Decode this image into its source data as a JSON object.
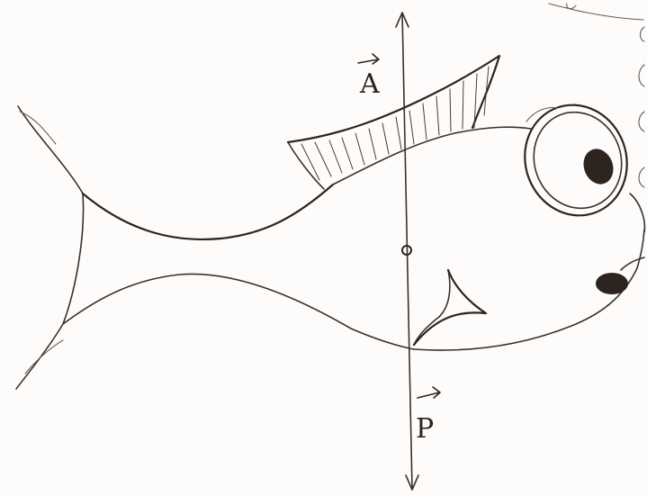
{
  "labels": {
    "vector_a": "A",
    "vector_p": "P"
  },
  "colors": {
    "paper": "#fdfcfb",
    "pencil": "#3b302a"
  },
  "icons": {
    "axis_arrowheads": "arrowhead",
    "vector_accent": "over-arrow"
  }
}
